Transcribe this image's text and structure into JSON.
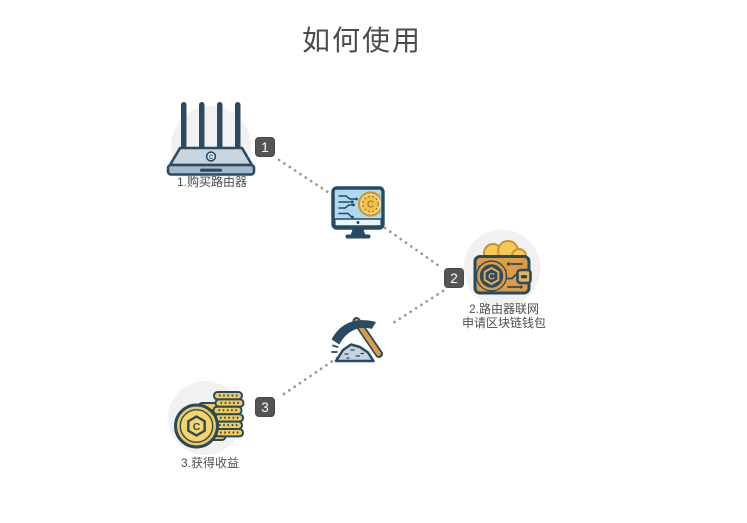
{
  "page": {
    "title": "如何使用"
  },
  "steps": [
    {
      "badge": "1",
      "icon": "router-icon",
      "label_lines": [
        "1.购买路由器"
      ]
    },
    {
      "badge": "2",
      "icon": "wallet-icon",
      "label_lines": [
        "2.路由器联网",
        "申请区块链钱包"
      ]
    },
    {
      "badge": "3",
      "icon": "coins-icon",
      "label_lines": [
        "3.获得收益"
      ]
    }
  ],
  "connectors": [
    {
      "icon": "computer-monitor-icon"
    },
    {
      "icon": "pickaxe-icon"
    }
  ],
  "icons": {
    "coin_letter": "C"
  },
  "colors": {
    "navy": "#2b4a63",
    "gold": "#f4ca54",
    "orange": "#de9d42",
    "screen_blue": "#aed9ee",
    "badge_bg": "#545456",
    "dotted_line": "#9a9a9a",
    "text": "#4f4f4f",
    "icon_circle_bg": "#f1f1f2"
  }
}
